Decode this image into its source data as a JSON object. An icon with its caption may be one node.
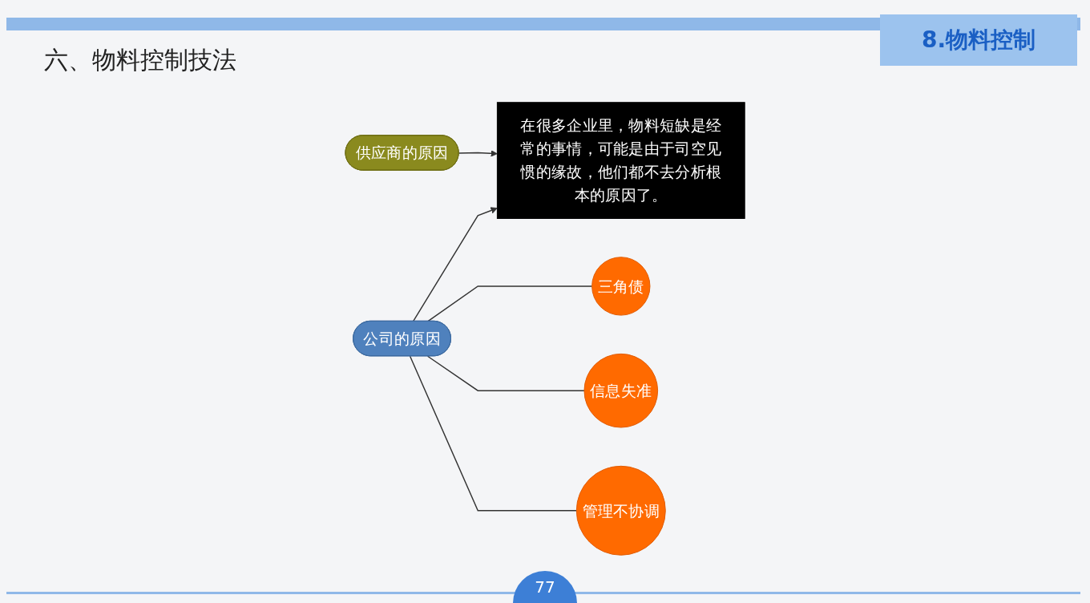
{
  "diagram": {
    "title": "六、物料控制技法",
    "nodes": [
      {
        "text": [
          "供应商的原因"
        ]
      },
      {
        "text": [
          "公司的原因"
        ]
      },
      {
        "text": [
          "三角债"
        ]
      },
      {
        "text": [
          "信息失准"
        ]
      },
      {
        "text": [
          "管理不协调"
        ]
      },
      {
        "text": [
          "在很多企业里，物料短缺是经常的事情，可能是由于司空见惯的缘故，他们都不去分析根本的原因了。"
        ]
      }
    ],
    "edges": [
      {
        "from": 0,
        "to": 5,
        "arrow": "to"
      },
      {
        "from": 1,
        "to": 5,
        "arrow": "to"
      },
      {
        "from": 1,
        "to": 2,
        "arrow": "none"
      },
      {
        "from": 1,
        "to": 3,
        "arrow": "none"
      },
      {
        "from": 1,
        "to": 4,
        "arrow": "none"
      }
    ],
    "labels": [
      "8.物料控制",
      "77"
    ]
  }
}
